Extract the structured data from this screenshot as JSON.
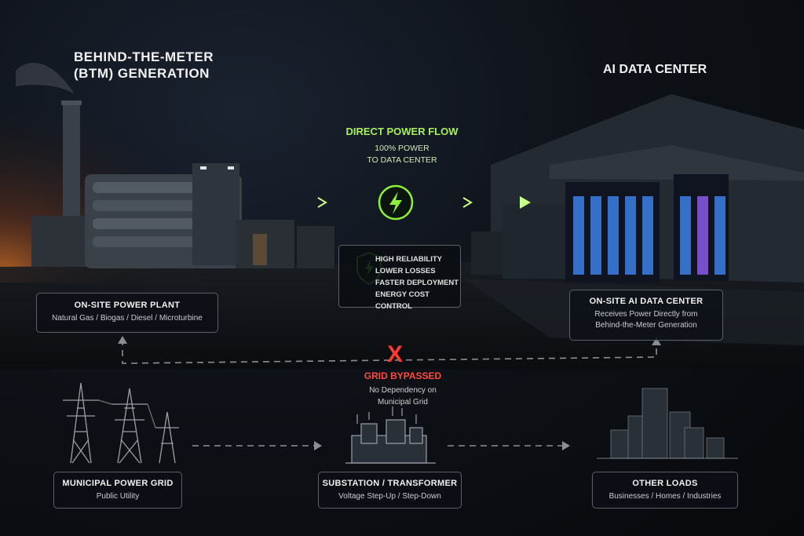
{
  "titles": {
    "btm_line1": "BEHIND-THE-METER",
    "btm_line2": "(BTM) GENERATION",
    "datacenter": "AI DATA CENTER"
  },
  "flow": {
    "title": "DIRECT POWER FLOW",
    "sub1": "100% POWER",
    "sub2": "TO DATA CENTER",
    "icon": "lightning-icon"
  },
  "benefits": {
    "icon": "shield-lightning-icon",
    "items": [
      "HIGH RELIABILITY",
      "LOWER LOSSES",
      "FASTER DEPLOYMENT",
      "ENERGY COST CONTROL"
    ]
  },
  "plant": {
    "title": "ON-SITE POWER PLANT",
    "sub": "Natural Gas / Biogas / Diesel / Microturbine"
  },
  "datacenter_box": {
    "title": "ON-SITE AI DATA CENTER",
    "sub1": "Receives Power Directly from",
    "sub2": "Behind-the-Meter Generation"
  },
  "grid_bypass": {
    "label": "GRID BYPASSED",
    "sub1": "No Dependency on",
    "sub2": "Municipal Grid",
    "mark": "X"
  },
  "municipal": {
    "title": "MUNICIPAL POWER GRID",
    "sub": "Public Utility"
  },
  "substation": {
    "title": "SUBSTATION / TRANSFORMER",
    "sub": "Voltage Step-Up / Step-Down"
  },
  "other_loads": {
    "title": "OTHER LOADS",
    "sub": "Businesses / Homes / Industries"
  },
  "colors": {
    "flow_green": "#8cf03c",
    "bypass_red": "#ff3b30",
    "dashed_gray": "#8a8f96"
  }
}
